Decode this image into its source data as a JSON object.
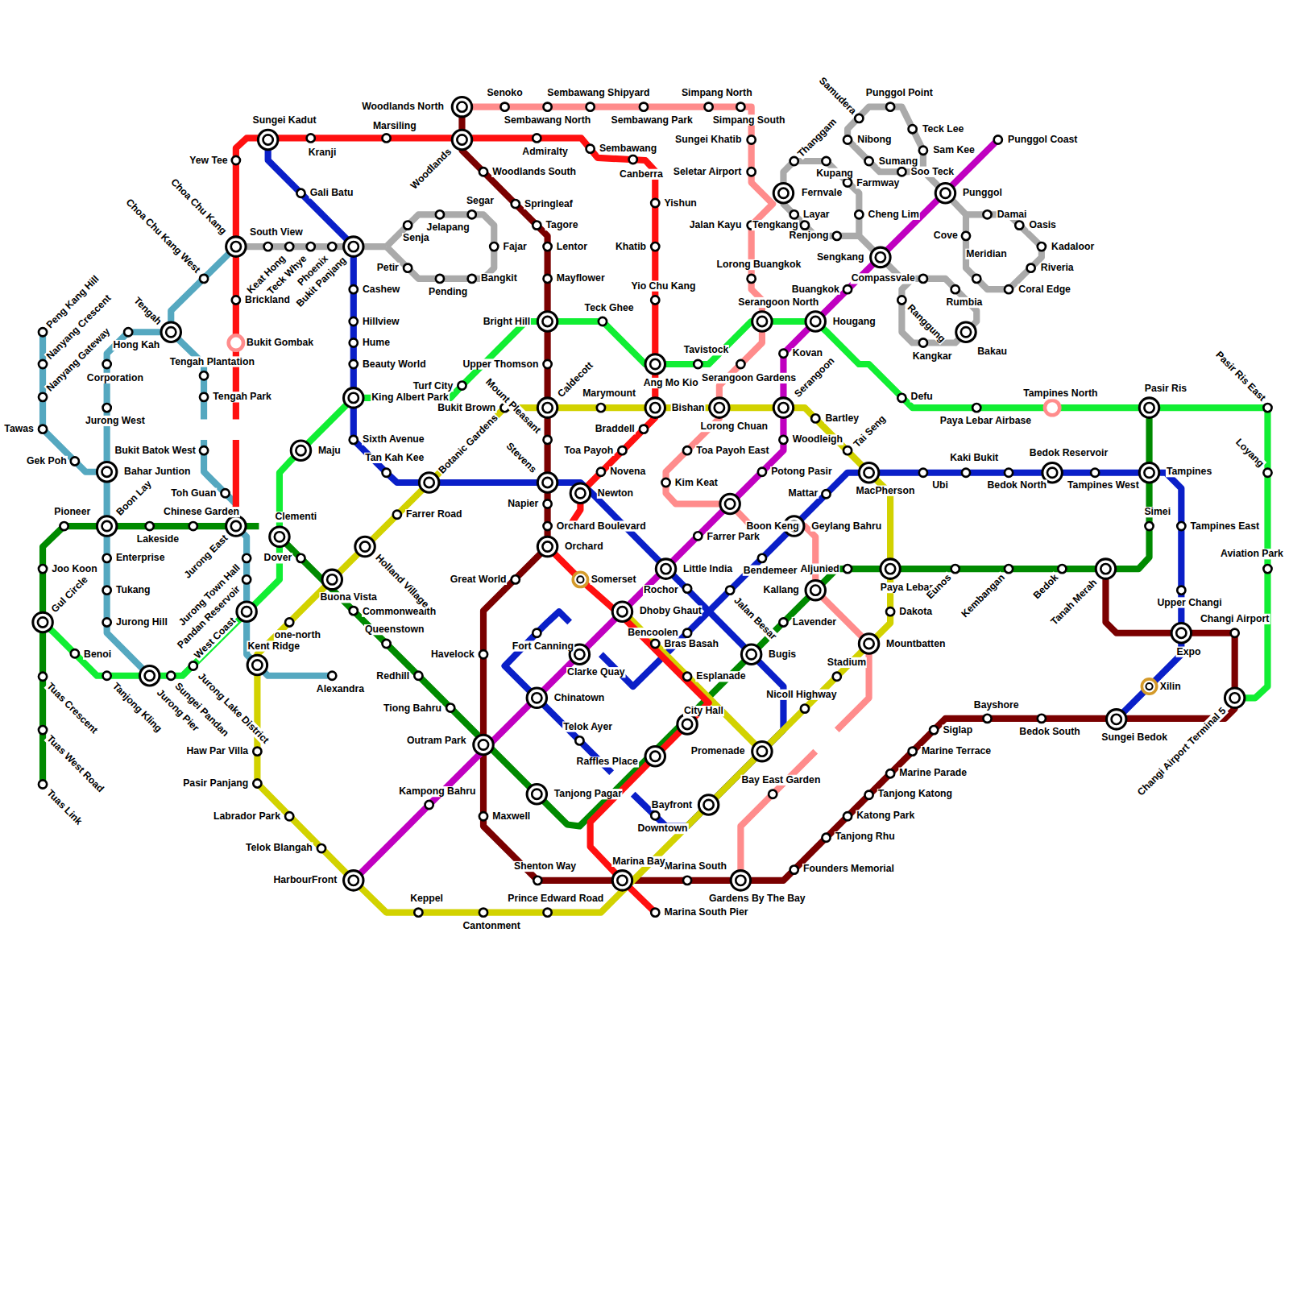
{
  "diagram": {
    "labels": [
      "Woodlands North",
      "Senoko",
      "Sembawang North",
      "Sembawang Shipyard",
      "Sembawang Park",
      "Simpang North",
      "Simpang South",
      "Sungei Khatib",
      "Seletar Airport",
      "Jalan Kayu",
      "Tengkang",
      "Lorong Buangkok",
      "Serangoon North",
      "Thanggam",
      "Kupang",
      "Farmway",
      "Fernvale",
      "Layar",
      "Cheng Lim",
      "Renjong",
      "Samudera",
      "Punggol Point",
      "Nibong",
      "Sumang",
      "Teck Lee",
      "Sam Kee",
      "Soo Teck",
      "Punggol Coast",
      "Punggol",
      "Damai",
      "Oasis",
      "Kadaloor",
      "Riveria",
      "Coral Edge",
      "Cove",
      "Meridian",
      "Compassvale",
      "Rumbia",
      "Ranggung",
      "Kangkar",
      "Bakau",
      "Sengkang",
      "Buangkok",
      "Hougang",
      "Defu",
      "Paya Lebar Airbase",
      "Tampines North",
      "Pasir Ris",
      "Pasir Ris East",
      "Loyang",
      "Aviation Park",
      "Changi Airport",
      "Changi Airport Terminal 5",
      "Expo",
      "Upper Changi",
      "Xilin",
      "Sungei Bedok",
      "Tampines East",
      "Simei",
      "Tampines",
      "Tampines West",
      "Bedok Reservoir",
      "Bedok North",
      "Kaki Bukit",
      "Ubi",
      "MacPherson",
      "Tai Seng",
      "Bartley",
      "Serangoon",
      "Kovan",
      "Woodleigh",
      "Potong Pasir",
      "Mattar",
      "Geylang Bahru",
      "Bendemeer",
      "Aljunied",
      "Kallang",
      "Lavender",
      "Paya Lebar",
      "Eunos",
      "Kembangan",
      "Bedok",
      "Tanah Merah",
      "Dakota",
      "Mountbatten",
      "Stadium",
      "Nicoll Highway",
      "Bay East Garden",
      "Promenade",
      "Gardens By The Bay",
      "Founders Memorial",
      "Tanjong Rhu",
      "Katong Park",
      "Tanjong Katong",
      "Marine Parade",
      "Marine Terrace",
      "Siglap",
      "Bayshore",
      "Bedok South",
      "Bugis",
      "Jalan Besar",
      "Farrer Park",
      "Boon Keng",
      "Kim Keat",
      "Toa Payoh East",
      "Lorong Chuan",
      "Serangoon Gardens",
      "Tavistock",
      "Bishan",
      "Ang Mo Kio",
      "Yio Chu Kang",
      "Khatib",
      "Yishun",
      "Canberra",
      "Sembawang",
      "Admiralty",
      "Woodlands South",
      "Woodlands",
      "Springleaf",
      "Tagore",
      "Lentor",
      "Mayflower",
      "Teck Ghee",
      "Bright Hill",
      "Upper Thomson",
      "Caldecott",
      "Marymount",
      "Braddell",
      "Toa Payoh",
      "Novena",
      "Newton",
      "Mount Pleasant",
      "Stevens",
      "Napier",
      "Orchard Boulevard",
      "Orchard",
      "Somerset",
      "Great World",
      "Dhoby Ghaut",
      "Little India",
      "Rochor",
      "Bencoolen",
      "Bras Basah",
      "Esplanade",
      "City Hall",
      "Fort Canning",
      "Clarke Quay",
      "Chinatown",
      "Havelock",
      "Telok Ayer",
      "Raffles Place",
      "Bayfront",
      "Downtown",
      "Marina South",
      "Marina Bay",
      "Marina South Pier",
      "Shenton Way",
      "Prince Edward Road",
      "Cantonment",
      "Keppel",
      "Tanjong Pagar",
      "Maxwell",
      "Kampong Bahru",
      "Outram Park",
      "Tiong Bahru",
      "Redhill",
      "Queenstown",
      "Commonwealth",
      "Buona Vista",
      "Holland Village",
      "Farrer Road",
      "Botanic Gardens",
      "Bukit Brown",
      "Turf City",
      "King Albert Park",
      "Sixth Avenue",
      "Tan Kah Kee",
      "Beauty World",
      "Hume",
      "Hillview",
      "Cashew",
      "Bukit Panjang",
      "Phoenix",
      "Teck Whye",
      "Keat Hong",
      "South View",
      "Petir",
      "Pending",
      "Bangkit",
      "Fajar",
      "Segar",
      "Jelapang",
      "Senja",
      "Gali Batu",
      "Sungei Kadut",
      "Kranji",
      "Marsiling",
      "Yew Tee",
      "Choa Chu Kang",
      "Choa Chu Kang West",
      "Tengah",
      "Hong Kah",
      "Tengah Plantation",
      "Tengah Park",
      "Brickland",
      "Bukit Gombak",
      "Bukit Batok West",
      "Toh Guan",
      "Chinese Garden",
      "Jurong East",
      "Jurong Town Hall",
      "Pandan Reservoir",
      "West Coast",
      "Jurong Lake District",
      "Sungei Pandan",
      "Jurong Pier",
      "Tanjong Kling",
      "Benoi",
      "Gul Circle",
      "Joo Koon",
      "Tuas Crescent",
      "Tuas West Road",
      "Tuas Link",
      "Pioneer",
      "Lakeside",
      "Boon Lay",
      "Enterprise",
      "Tukang",
      "Jurong Hill",
      "Bahar Juntion",
      "Gek Poh",
      "Tawas",
      "Nanyang Gateway",
      "Nanyang Crescent",
      "Peng Kang Hill",
      "Corporation",
      "Jurong West",
      "Maju",
      "Clementi",
      "Dover",
      "one-north",
      "Kent Ridge",
      "Alexandra",
      "Haw Par Villa",
      "Pasir Panjang",
      "Labrador Park",
      "Telok Blangah",
      "HarbourFront"
    ]
  }
}
